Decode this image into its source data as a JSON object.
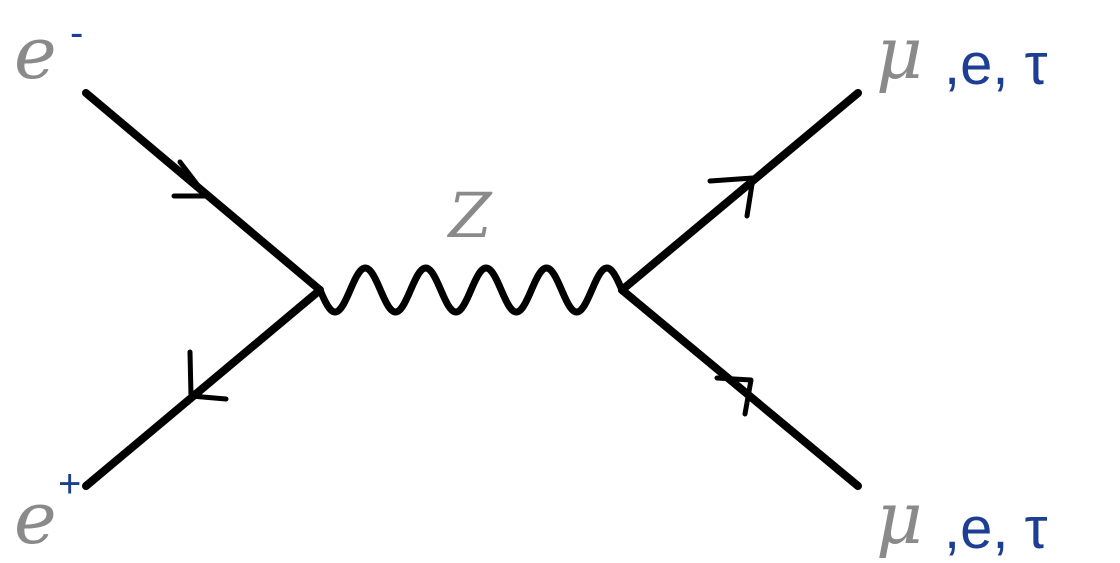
{
  "diagram": {
    "boson": {
      "symbol": "Z"
    },
    "incoming": {
      "electron": {
        "symbol": "e",
        "charge": "-"
      },
      "positron": {
        "symbol": "e",
        "charge": "+"
      }
    },
    "outgoing": {
      "top": {
        "symbol": "μ",
        "alternatives": ",e, τ"
      },
      "bottom": {
        "symbol": "μ",
        "alternatives": ",e, τ"
      }
    }
  },
  "colors": {
    "line": "#000000",
    "math_label": "#8a8a8a",
    "annotation": "#1c3f94"
  }
}
